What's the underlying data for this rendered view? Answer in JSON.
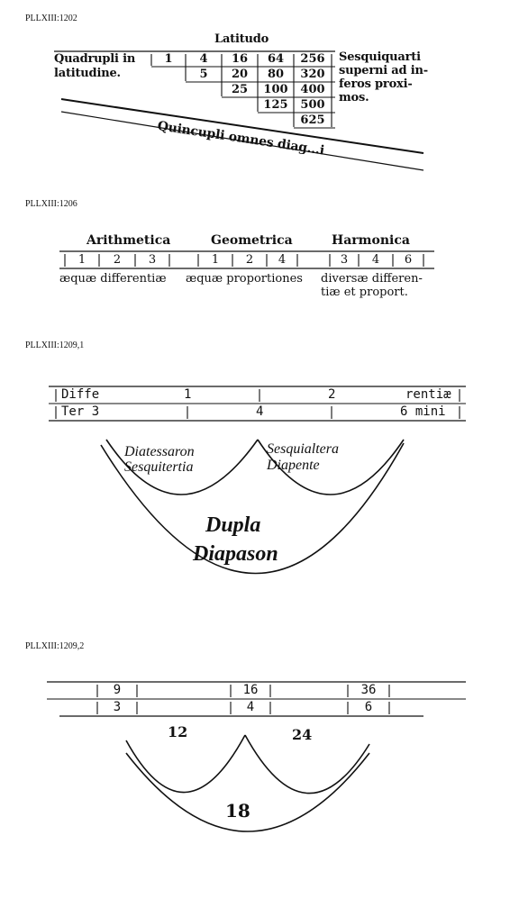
{
  "captions": {
    "c1": "PLLXIII:1202",
    "c2": "PLLXIII:1206",
    "c3": "PLLXIII:1209,1",
    "c4": "PLLXIII:1209,2"
  },
  "fig1": {
    "title": "Latitudo",
    "left_label_1": "Quadrupli in",
    "left_label_2": "latitudine.",
    "right_label_1": "Sesquiquarti",
    "right_label_2": "superni ad in-",
    "right_label_3": "feros proxi-",
    "right_label_4": "mos.",
    "rows": [
      [
        "1",
        "4",
        "16",
        "64",
        "256"
      ],
      [
        "5",
        "20",
        "80",
        "320"
      ],
      [
        "25",
        "100",
        "400"
      ],
      [
        "125",
        "500"
      ],
      [
        "625"
      ]
    ],
    "diagonal_label": "Quincupli omnes diag...i"
  },
  "fig2": {
    "headers": [
      "Arithmetica",
      "Geometrica",
      "Harmonica"
    ],
    "arith": [
      "1",
      "2",
      "3"
    ],
    "geom": [
      "1",
      "2",
      "4"
    ],
    "harm": [
      "3",
      "4",
      "6"
    ],
    "foot_1": "æquæ differentiæ",
    "foot_2": "æquæ proportiones",
    "foot_3a": "diversæ differen-",
    "foot_3b": "tiæ et proport."
  },
  "fig3": {
    "row1_label": "Diffe",
    "row1_v1": "1",
    "row1_v2": "2",
    "row1_end": "rentiæ",
    "row2_label": "Ter 3",
    "row2_v1": "4",
    "row2_end": "6 mini",
    "left_arc_1": "Diatessaron",
    "left_arc_2": "Sesquitertia",
    "right_arc_1": "Sesquialtera",
    "right_arc_2": "Diapente",
    "big_arc_1": "Dupla",
    "big_arc_2": "Diapason"
  },
  "fig4": {
    "row1": [
      "9",
      "16",
      "36"
    ],
    "row2": [
      "3",
      "4",
      "6"
    ],
    "left_arc": "12",
    "right_arc": "24",
    "big_arc": "18"
  }
}
